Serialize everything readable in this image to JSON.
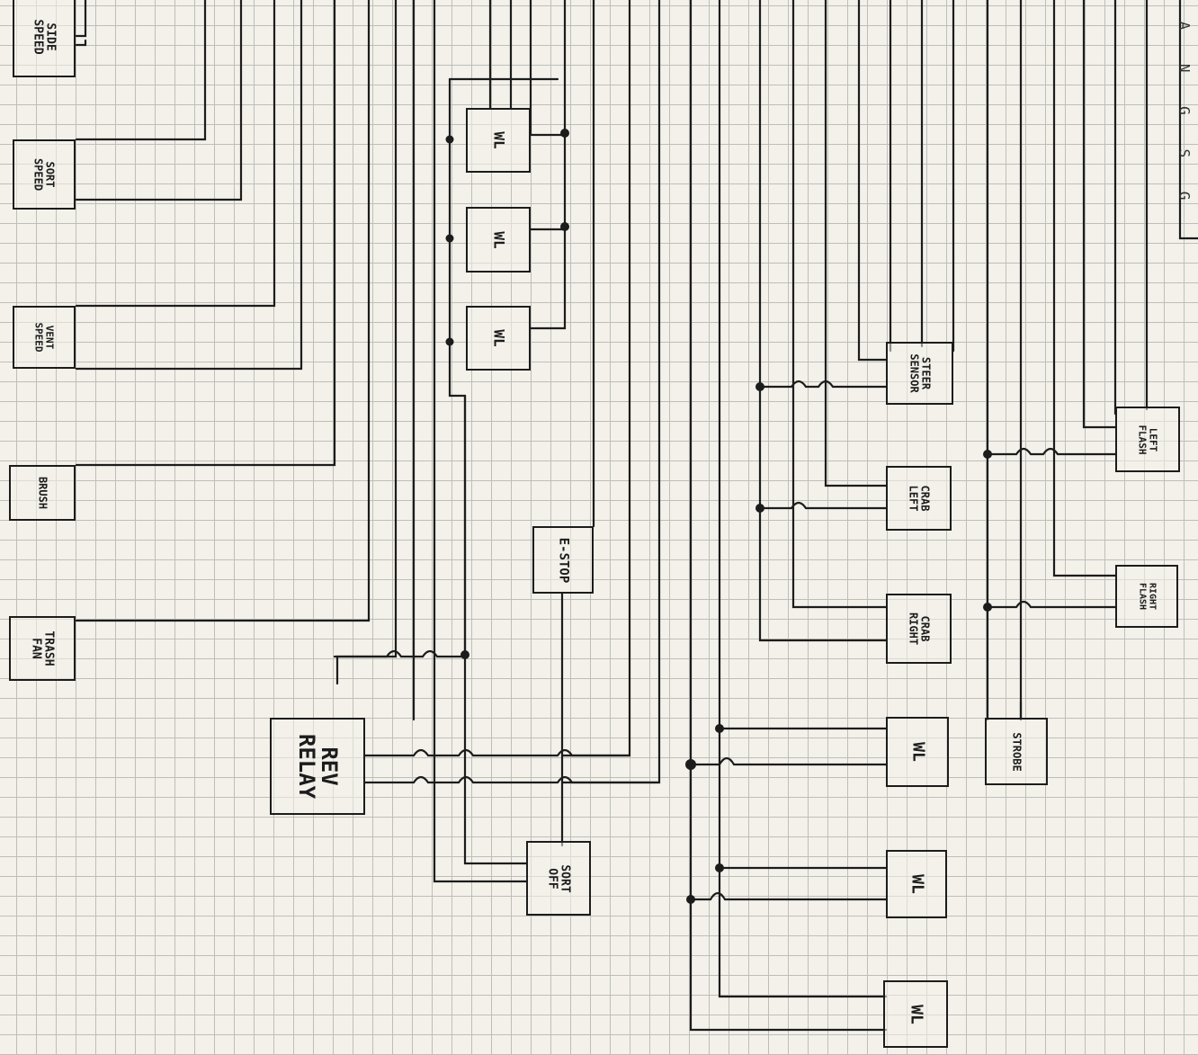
{
  "components": [
    {
      "id": "side-speed",
      "text": "SIDE\nSPEED",
      "rot": "cw",
      "fs": 13
    },
    {
      "id": "sort-speed",
      "text": "SORT\nSPEED",
      "rot": "cw",
      "fs": 12
    },
    {
      "id": "vent-speed",
      "text": "VENT\nSPEED",
      "rot": "cw",
      "fs": 11
    },
    {
      "id": "brush",
      "text": "BRUSH",
      "rot": "cw",
      "fs": 12
    },
    {
      "id": "trash-fan",
      "text": "TRASH\nFAN",
      "rot": "cw",
      "fs": 13
    },
    {
      "id": "rev-relay",
      "text": "REV\nRELAY",
      "rot": "cw",
      "fs": 24
    },
    {
      "id": "e-stop",
      "text": "E-STOP",
      "rot": "cw",
      "fs": 14
    },
    {
      "id": "sort-off",
      "text": "SORT\nOFF",
      "rot": "cw",
      "fs": 13
    },
    {
      "id": "wl-top-1",
      "text": "WL",
      "rot": "cw",
      "fs": 16
    },
    {
      "id": "wl-top-2",
      "text": "WL",
      "rot": "cw",
      "fs": 16
    },
    {
      "id": "wl-top-3",
      "text": "WL",
      "rot": "cw",
      "fs": 16
    },
    {
      "id": "steer-sensor",
      "text": "STEER\nSENSOR",
      "rot": "cw",
      "fs": 12
    },
    {
      "id": "crab-left",
      "text": "CRAB\nLEFT",
      "rot": "cw",
      "fs": 12
    },
    {
      "id": "crab-right",
      "text": "CRAB\nRIGHT",
      "rot": "cw",
      "fs": 12
    },
    {
      "id": "left-flash",
      "text": "LEFT\nFLASH",
      "rot": "cw",
      "fs": 11
    },
    {
      "id": "right-flash",
      "text": "RIGHT\nFLASH",
      "rot": "cw",
      "fs": 10
    },
    {
      "id": "strobe",
      "text": "STROBE",
      "rot": "cw",
      "fs": 12
    },
    {
      "id": "wl-bottom-1",
      "text": "WL",
      "rot": "cw",
      "fs": 18
    },
    {
      "id": "wl-bottom-2",
      "text": "WL",
      "rot": "cw",
      "fs": 18
    },
    {
      "id": "wl-bottom-3",
      "text": "WL",
      "rot": "cw",
      "fs": 18
    }
  ],
  "corner_marks": "A N G S G",
  "colors": {
    "ink": "#1c1c1c",
    "paper": "#f3f1ea",
    "grid": "#b9b9b4"
  }
}
